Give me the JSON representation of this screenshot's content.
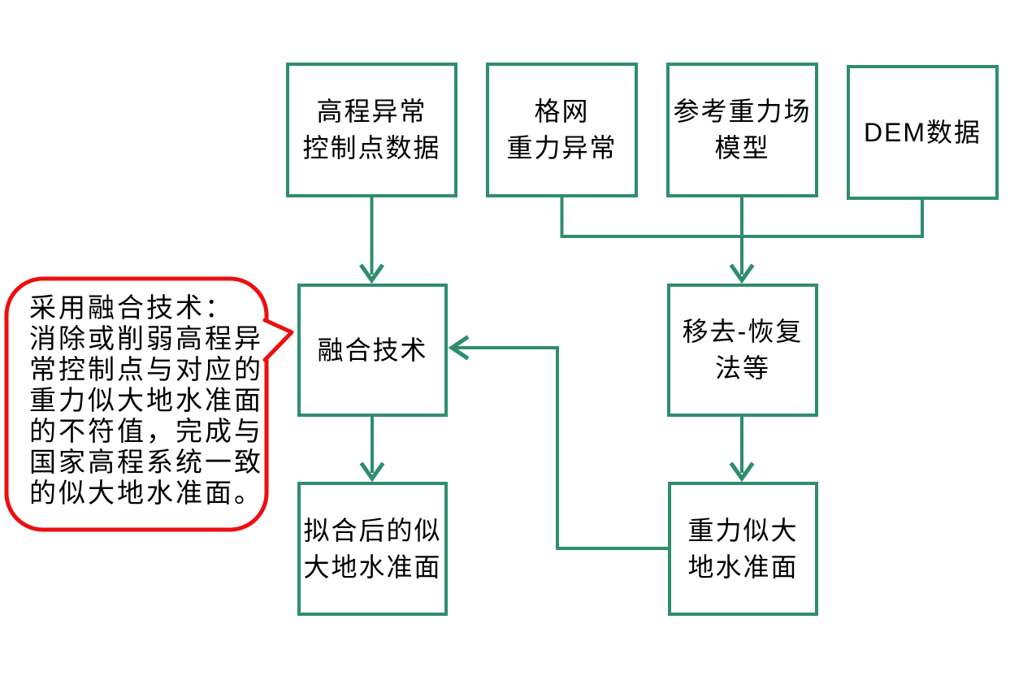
{
  "colors": {
    "flow_green": "#2f8d6f",
    "callout_red": "#ee0e0e",
    "text_black": "#000000",
    "background_white": "#ffffff"
  },
  "flowchart": {
    "boxes": [
      {
        "name": "elevation-anomaly-control-points",
        "label": "高程异常\n控制点数据"
      },
      {
        "name": "grid-gravity-anomaly",
        "label": "格网\n重力异常"
      },
      {
        "name": "reference-gravity-field-model",
        "label": "参考重力场\n模型"
      },
      {
        "name": "dem-data",
        "label": "DEM数据"
      },
      {
        "name": "fusion-technique",
        "label": "融合技术"
      },
      {
        "name": "remove-restore-method",
        "label": "移去-恢复\n法等"
      },
      {
        "name": "fitted-quasi-geoid",
        "label": "拟合后的似\n大地水准面"
      },
      {
        "name": "gravity-quasi-geoid",
        "label": "重力似大\n地水准面"
      }
    ],
    "callout": {
      "text": "采用融合技术：\n消除或削弱高程异\n常控制点与对应的\n重力似大地水准面\n的不符值，完成与\n国家高程系统一致\n的似大地水准面。"
    }
  }
}
